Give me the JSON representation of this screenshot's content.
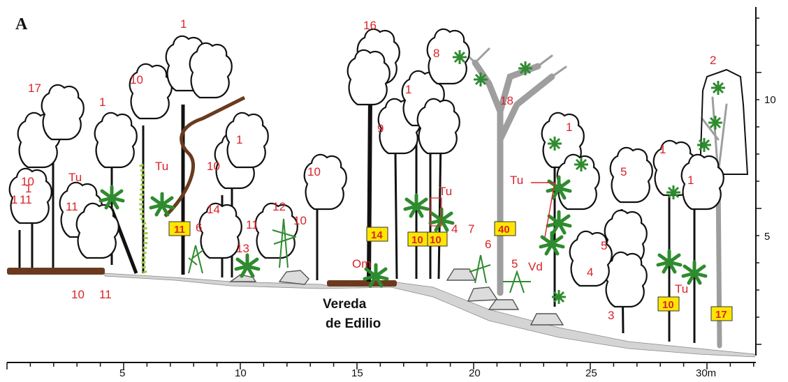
{
  "panel_label": "A",
  "path_label_line1": "Vereda",
  "path_label_line2": "de Edilio",
  "x_axis": {
    "ticks": [
      "5",
      "10",
      "15",
      "20",
      "25",
      "30m"
    ]
  },
  "y_axis": {
    "ticks": [
      "10",
      "5"
    ]
  },
  "species_labels": [
    "1",
    "1",
    "17",
    "1",
    "10",
    "1",
    "10",
    "1",
    "10",
    "11",
    "14",
    "16",
    "9",
    "1",
    "8",
    "18",
    "1",
    "5",
    "5",
    "3",
    "1",
    "1",
    "2",
    "10",
    "11",
    "6",
    "12",
    "11",
    "10",
    "13",
    "10",
    "11",
    "Tu",
    "Tu",
    "Tu",
    "Tu",
    "Tu",
    "Om",
    "4",
    "7",
    "6",
    "5",
    "Vd",
    "4"
  ],
  "height_boxes": [
    "11",
    "14",
    "10",
    "10",
    "40",
    "10",
    "17"
  ],
  "colors": {
    "label_red": "#d9232a",
    "box_fill": "#ffe600",
    "ground_gray": "#d4d4d4",
    "trunk_gray": "#9e9e9e",
    "log_brown": "#6b3a1e",
    "leaf_green": "#2e8b2e"
  }
}
